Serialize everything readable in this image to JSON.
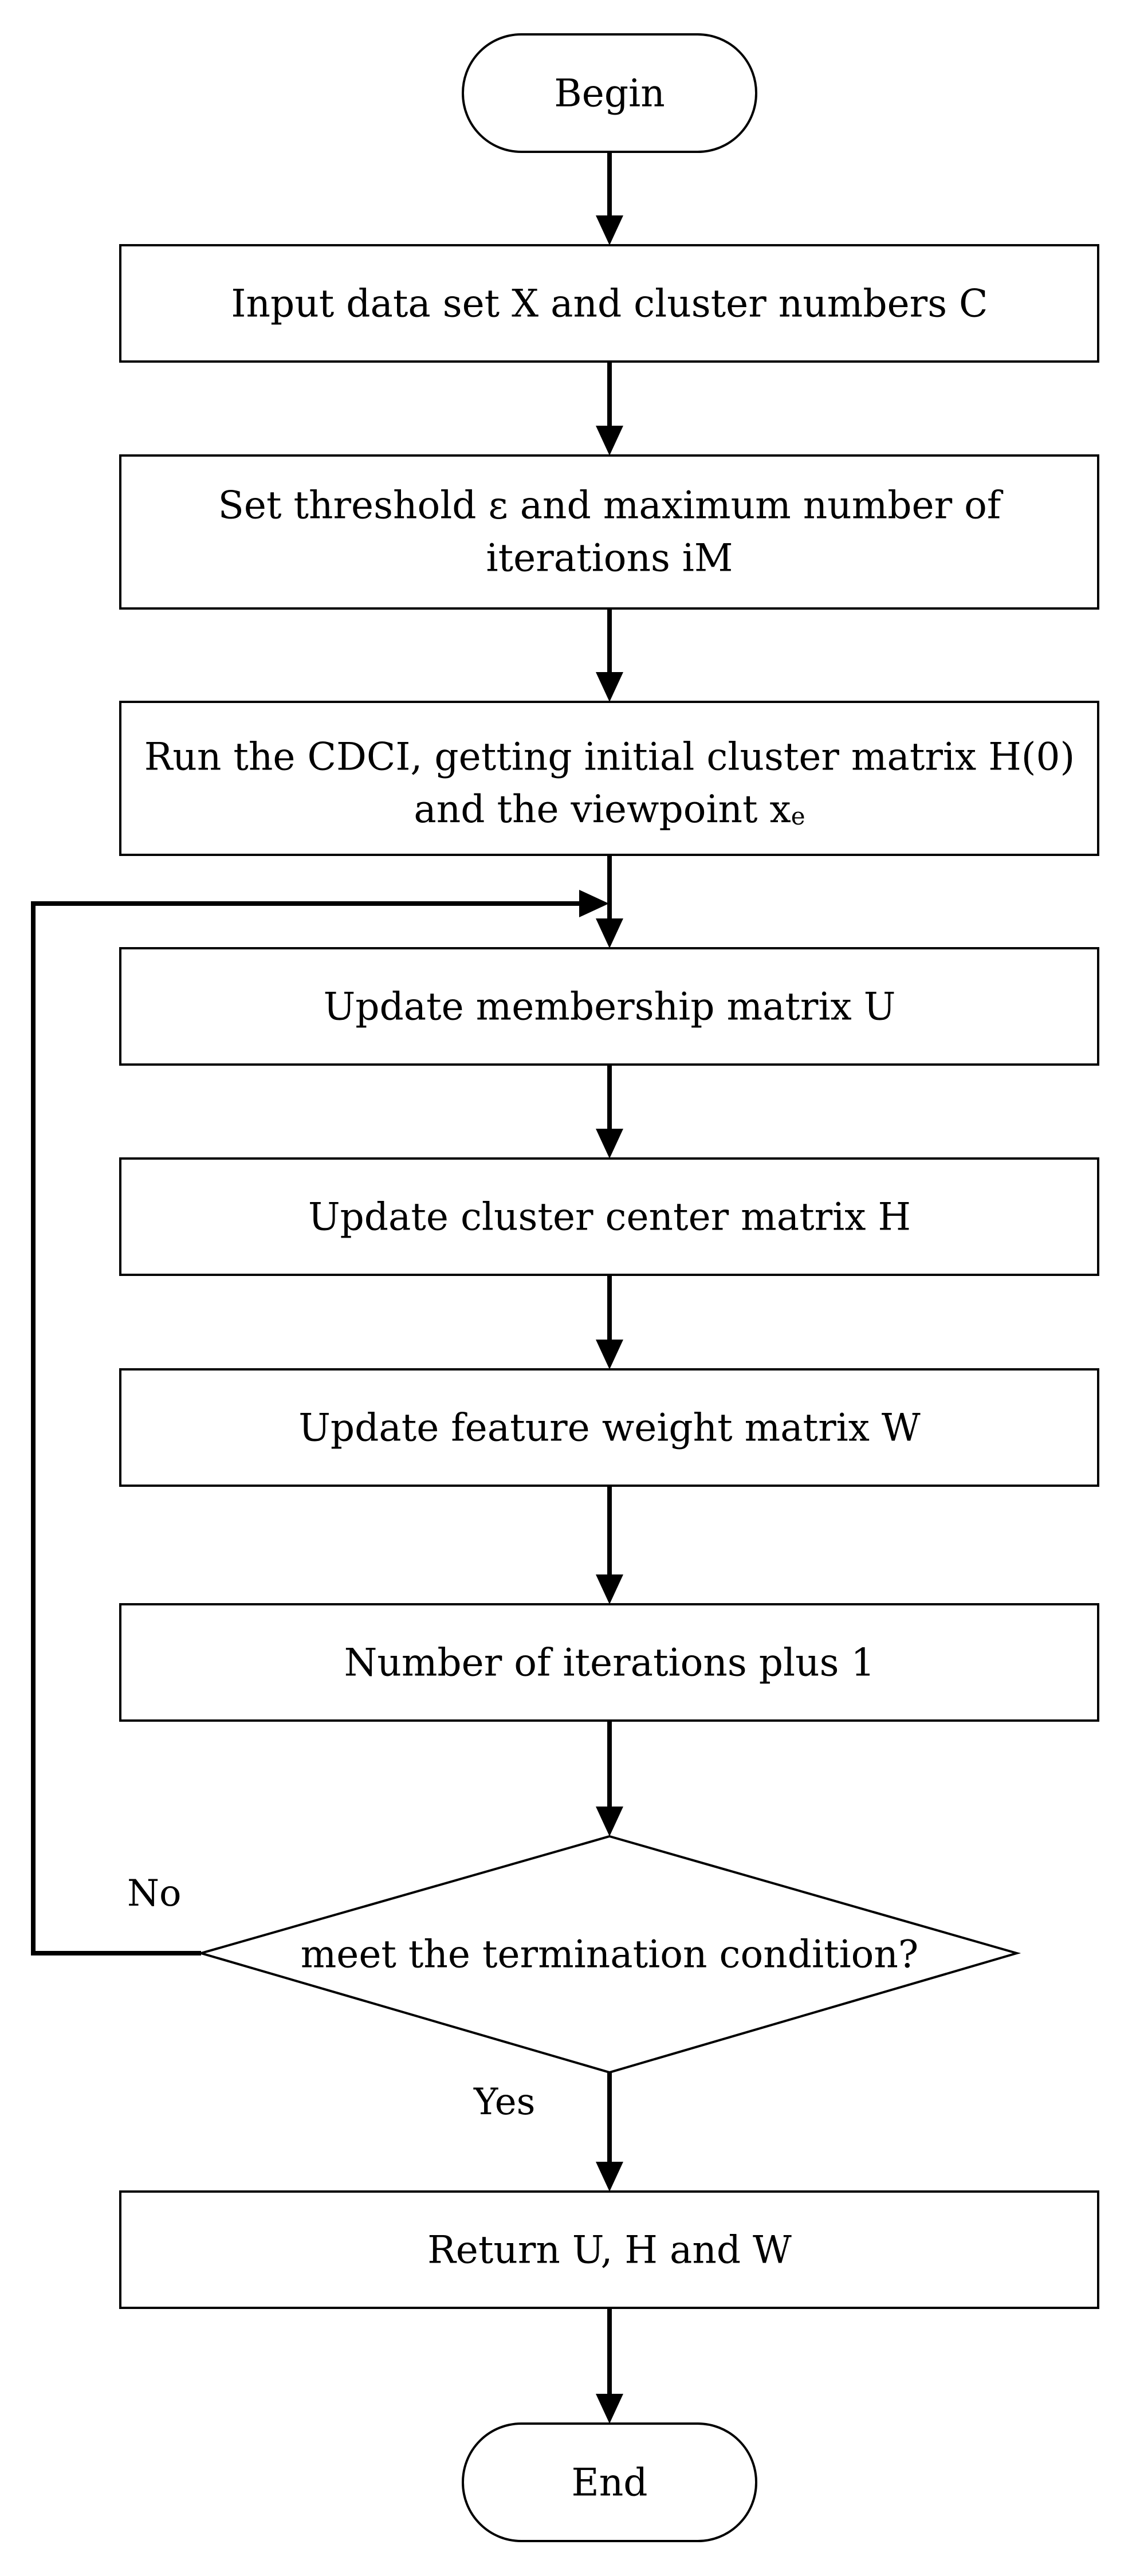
{
  "nodes": {
    "begin": "Begin",
    "input": "Input data set X and cluster numbers C",
    "threshold_line1": "Set threshold ε and maximum number of",
    "threshold_line2": "iterations iM",
    "cdci_line1": "Run the CDCI, getting initial cluster matrix H(0)",
    "cdci_line2_prefix": "and the viewpoint x",
    "cdci_line2_subscript": "e",
    "update_u": "Update membership matrix U",
    "update_h": "Update cluster center matrix H",
    "update_w": "Update feature weight matrix W",
    "iter_plus": "Number of iterations plus 1",
    "decision": "meet the termination condition?",
    "return": "Return U, H and W",
    "end": "End"
  },
  "edge_labels": {
    "no": "No",
    "yes": "Yes"
  }
}
